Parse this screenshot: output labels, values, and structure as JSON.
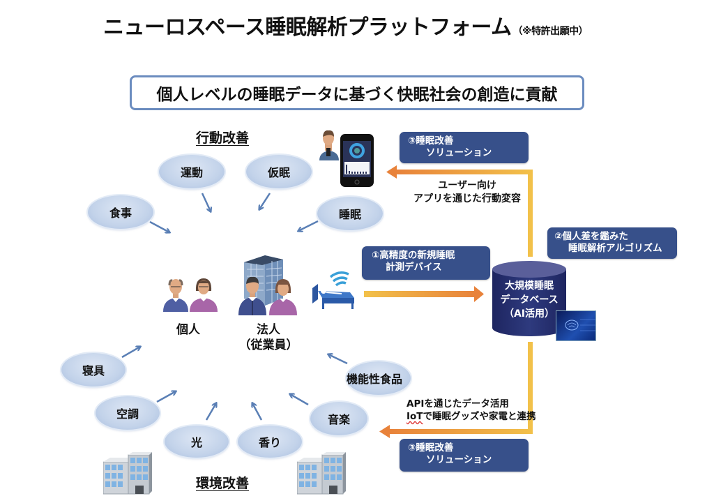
{
  "title": {
    "main": "ニューロスペース睡眠解析プラットフォーム",
    "note": "（※特許出願中）"
  },
  "mission": "個人レベルの睡眠データに基づく快眠社会の創造に貢献",
  "behavior_section": {
    "heading": "行動改善",
    "items": [
      "運動",
      "仮眠",
      "食事",
      "睡眠"
    ]
  },
  "environment_section": {
    "heading": "環境改善",
    "items": [
      "寝具",
      "機能性食品",
      "空調",
      "音楽",
      "光",
      "香り"
    ]
  },
  "actors": {
    "individual": "個人",
    "corporate_line1": "法人",
    "corporate_line2": "（従業員）"
  },
  "steps": {
    "device": {
      "line1": "①高精度の新規睡眠",
      "line2": "計測デバイス"
    },
    "algorithm": {
      "line1": "②個人差を鑑みた",
      "line2": "睡眠解析アルゴリズム"
    },
    "solution_top": {
      "line1": "③睡眠改善",
      "line2": "ソリューション"
    },
    "solution_bottom": {
      "line1": "③睡眠改善",
      "line2": "ソリューション"
    }
  },
  "database": {
    "line1": "大規模睡眠",
    "line2": "データベース",
    "line3": "（AI活用）"
  },
  "captions": {
    "app_line1": "ユーザー向け",
    "app_line2": "アプリを通じた行動変容",
    "api_line1": "APIを通じたデータ活用",
    "api_line2_a": "IoT",
    "api_line2_b": "で睡眠グッズや家電と連携"
  },
  "colors": {
    "navy_box": "#37508a",
    "bubble": "#c3d3ea",
    "flow_orange": "#e8823a",
    "flow_yellow": "#f2c14a",
    "arrow_blue": "#5a7fb5",
    "mission_border": "#6b8cbf"
  }
}
